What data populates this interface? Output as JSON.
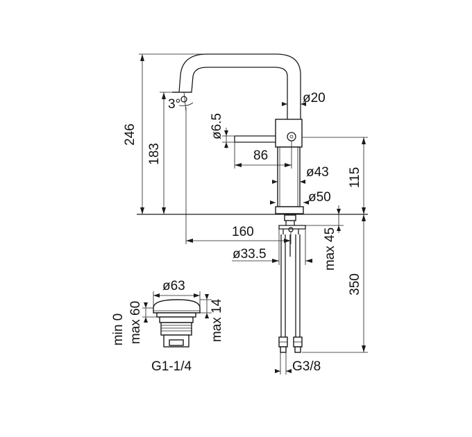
{
  "faucet": {
    "total_height": "246",
    "spout_height": "183",
    "spout_angle": "3°",
    "spout_diameter": "ø20",
    "lever_diameter": "ø6.5",
    "lever_length": "86",
    "body_diameter": "ø43",
    "base_diameter": "ø50",
    "body_height": "115",
    "reach": "160",
    "shank_diameter": "ø33.5",
    "deck_thickness": "max 45",
    "hose_length": "350",
    "hose_connection": "G3/8"
  },
  "drain": {
    "cap_diameter": "ø63",
    "min_label": "min 0",
    "max_label": "max 60",
    "depth": "max 14",
    "thread": "G1-1/4"
  }
}
